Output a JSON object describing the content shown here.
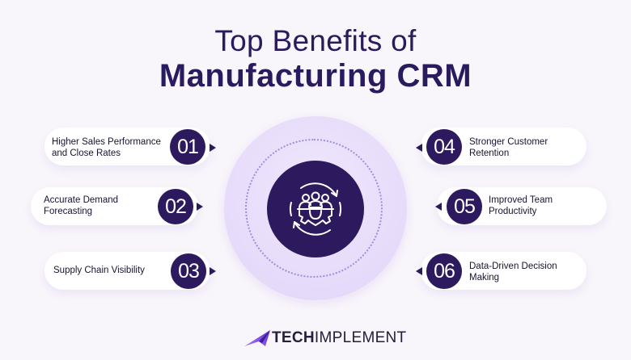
{
  "header": {
    "title_line1": "Top Benefits of",
    "title_line2": "Manufacturing CRM"
  },
  "center": {
    "icon": "team-gear-cycle-icon"
  },
  "benefits": [
    {
      "number": "01",
      "label_line1": "Higher Sales Performance",
      "label_line2": "and Close Rates"
    },
    {
      "number": "02",
      "label_line1": "Accurate Demand",
      "label_line2": "Forecasting"
    },
    {
      "number": "03",
      "label_line1": "Supply Chain Visibility",
      "label_line2": ""
    },
    {
      "number": "04",
      "label_line1": "Stronger Customer",
      "label_line2": "Retention"
    },
    {
      "number": "05",
      "label_line1": "Improved Team",
      "label_line2": "Productivity"
    },
    {
      "number": "06",
      "label_line1": "Data-Driven Decision",
      "label_line2": "Making"
    }
  ],
  "footer": {
    "logo_bold": "TECH",
    "logo_regular": "IMPLEMENT"
  },
  "colors": {
    "primary": "#2d1a5e",
    "accent": "#7b4fe0",
    "background": "#f9f6fb"
  }
}
